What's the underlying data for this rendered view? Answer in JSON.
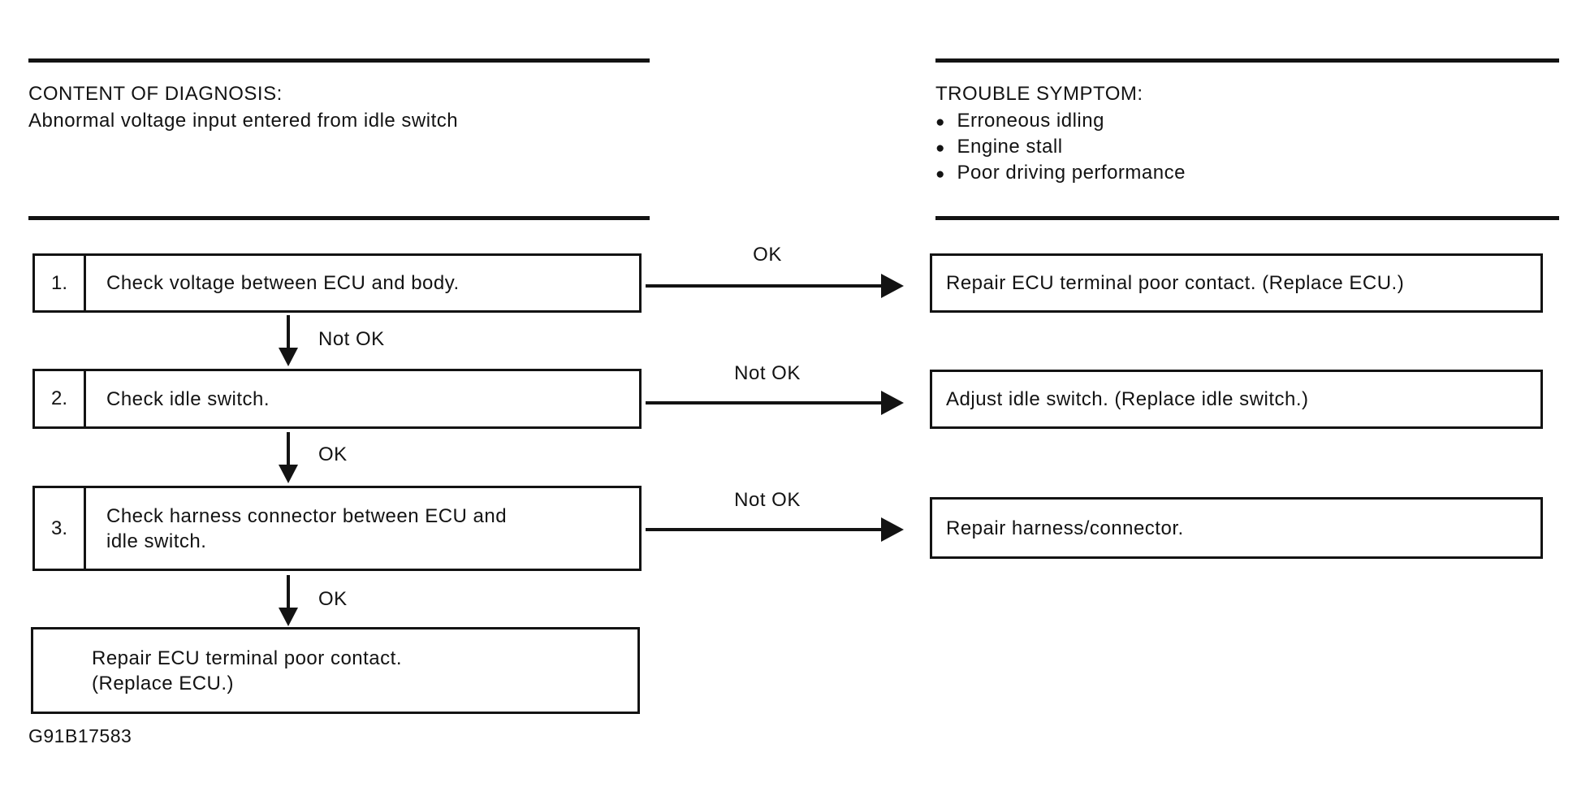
{
  "header": {
    "left": {
      "title": "CONTENT OF DIAGNOSIS:",
      "subtitle": "Abnormal voltage input entered from idle switch"
    },
    "right": {
      "title": "TROUBLE SYMPTOM:",
      "bullet_glyph": "●",
      "bullets": [
        "Erroneous idling",
        "Engine stall",
        "Poor driving performance"
      ]
    }
  },
  "flowchart": {
    "steps": [
      {
        "number": "1.",
        "lines": [
          "Check voltage between ECU and body."
        ],
        "branch_label": "OK",
        "result": "Repair ECU terminal poor contact. (Replace ECU.)",
        "down_label": "Not OK"
      },
      {
        "number": "2.",
        "lines": [
          "Check idle switch."
        ],
        "branch_label": "Not OK",
        "result": "Adjust idle switch. (Replace idle switch.)",
        "down_label": "OK"
      },
      {
        "number": "3.",
        "lines": [
          "Check harness connector between ECU and",
          "idle switch."
        ],
        "branch_label": "Not OK",
        "result": "Repair harness/connector.",
        "down_label": "OK"
      }
    ],
    "final_box": {
      "lines": [
        "Repair ECU terminal poor contact.",
        "(Replace ECU.)"
      ]
    }
  },
  "footer": {
    "figure_code": "G91B17583"
  },
  "colors": {
    "ink": "#131313",
    "background": "#ffffff"
  }
}
